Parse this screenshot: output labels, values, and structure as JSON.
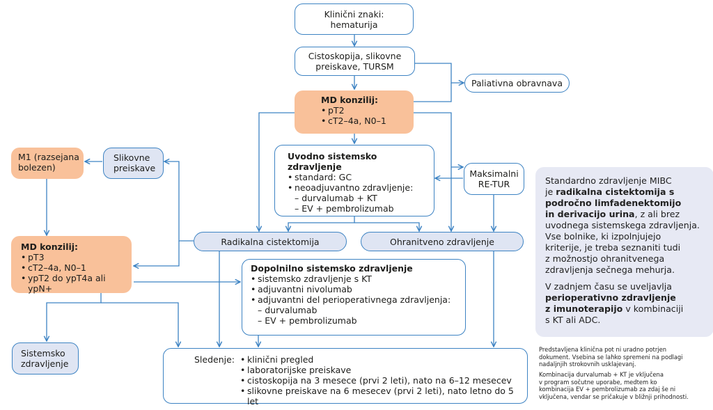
{
  "nodes": {
    "signs": {
      "line1": "Klinični znaki:",
      "line2": "hematurija"
    },
    "workup": {
      "line1": "Cistoskopija, slikovne",
      "line2": "preiskave, TURSM"
    },
    "palliative": {
      "label": "Paliativna obravnava"
    },
    "md1": {
      "title": "MD konzilij:",
      "items": [
        "pT2",
        "cT2–4a, N0–1"
      ]
    },
    "m1": {
      "line1": "M1 (razsejana",
      "line2": "bolezen)"
    },
    "imaging": {
      "line1": "Slikovne",
      "line2": "preiskave"
    },
    "induction": {
      "title": "Uvodno sistemsko zdravljenje",
      "items": [
        "standard: GC",
        "neoadjuvantno zdravljenje:"
      ],
      "subitems": [
        "durvalumab + KT",
        "EV + pembrolizumab"
      ]
    },
    "retur": {
      "line1": "Maksimalni",
      "line2": "RE-TUR"
    },
    "cystectomy": {
      "label": "Radikalna cistektomija"
    },
    "preservation": {
      "label": "Ohranitveno zdravljenje"
    },
    "md2": {
      "title": "MD konzilij:",
      "items": [
        "pT3",
        "cT2–4a, N0–1",
        "ypT2 do ypT4a ali ypN+"
      ]
    },
    "adjuvant": {
      "title": "Dopolnilno sistemsko zdravljenje",
      "items": [
        "sistemsko zdravljenje s KT",
        "adjuvantni nivolumab",
        "adjuvantni del perioperativnega zdravljenja:"
      ],
      "subitems": [
        "durvalumab",
        "EV + pembrolizumab"
      ]
    },
    "systemic": {
      "line1": "Sistemsko",
      "line2": "zdravljenje"
    },
    "followup": {
      "label": "Sledenje:",
      "items": [
        "klinični pregled",
        "laboratorijske preiskave",
        "cistoskopija na 3 mesece (prvi 2 leti), nato na 6–12 mesecev",
        "slikovne preiskave na 6 mesecev (prvi 2 leti), nato letno do 5 let"
      ]
    }
  },
  "note": {
    "p1": {
      "t1": "Standardno zdravljenje MIBC",
      "t2": "je ",
      "b1": "radikalna cistektomija s",
      "b2": "področno limfadenektomijo",
      "b3": "in derivacijo urina",
      "t3": ", z ali brez",
      "t4": "uvodnega sistemskega zdravljenja.",
      "t5": "Vse bolnike, ki izpolnjujejo",
      "t6": "kriterije, je treba seznaniti tudi",
      "t7": "z možnostjo ohranitvenega",
      "t8": "zdravljenja sečnega mehurja."
    },
    "p2": {
      "t1": "V zadnjem času se uveljavlja",
      "b1": "perioperativno zdravljenje",
      "b2": "z imunoterapijo",
      "t2": " v kombinaciji",
      "t3": "s KT ali ADC."
    }
  },
  "footnotes": {
    "f1": [
      "Predstavljena klinična pot ni uradno potrjen",
      "dokument. Vsebina se lahko spremeni na podlagi",
      "nadaljnjih strokovnih usklajevanj."
    ],
    "f2": [
      "Kombinacija durvalumab + KT je vključena",
      "v program sočutne uporabe, medtem ko",
      "kombinacija EV + pembrolizumab za zdaj še ni",
      "vključena, vendar se pričakuje v bližnji prihodnosti."
    ]
  },
  "colors": {
    "line": "#3d83c3",
    "orange": "#f9c19a",
    "blue_fill": "#dfe5f3",
    "note_fill": "#e7e9f4"
  }
}
